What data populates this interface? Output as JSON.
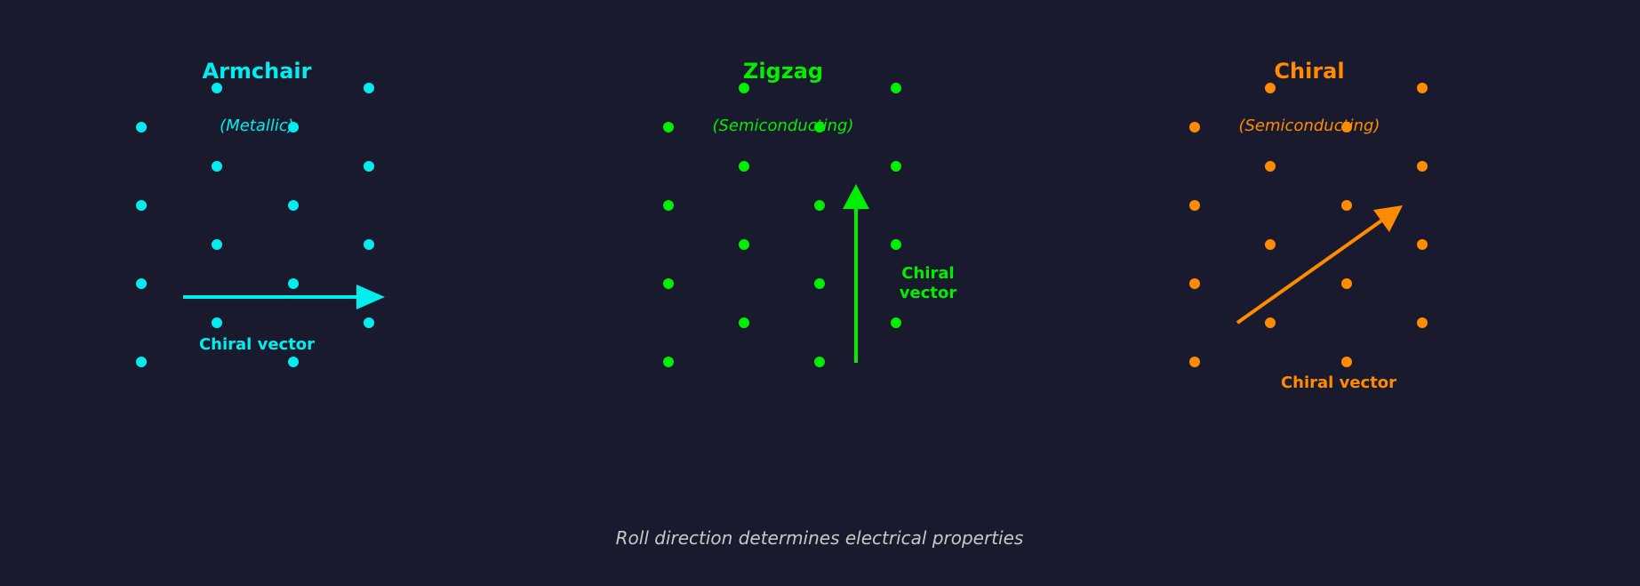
{
  "caption": "Roll direction determines electrical properties",
  "colors": {
    "background": "#1a1a2e",
    "armchair": "#00eeee",
    "zigzag": "#00ee00",
    "chiral": "#ff8c00",
    "caption": "#c8c8c8"
  },
  "panels": [
    {
      "id": "armchair",
      "title": "Armchair",
      "subtitle": "(Metallic)",
      "vector_label": "Chiral vector",
      "vector_label_lines": [
        "Chiral vector"
      ],
      "vector_direction": "horizontal"
    },
    {
      "id": "zigzag",
      "title": "Zigzag",
      "subtitle": "(Semiconducting)",
      "vector_label": "Chiral vector",
      "vector_label_lines": [
        "Chiral",
        "vector"
      ],
      "vector_direction": "vertical"
    },
    {
      "id": "chiral",
      "title": "Chiral",
      "subtitle": "(Semiconducting)",
      "vector_label": "Chiral vector",
      "vector_label_lines": [
        "Chiral vector"
      ],
      "vector_direction": "diagonal"
    }
  ],
  "lattice": {
    "columns_per_panel": 4,
    "atoms_per_column": 4,
    "description": "Hexagonal lattice atoms, alternating column offsets"
  }
}
